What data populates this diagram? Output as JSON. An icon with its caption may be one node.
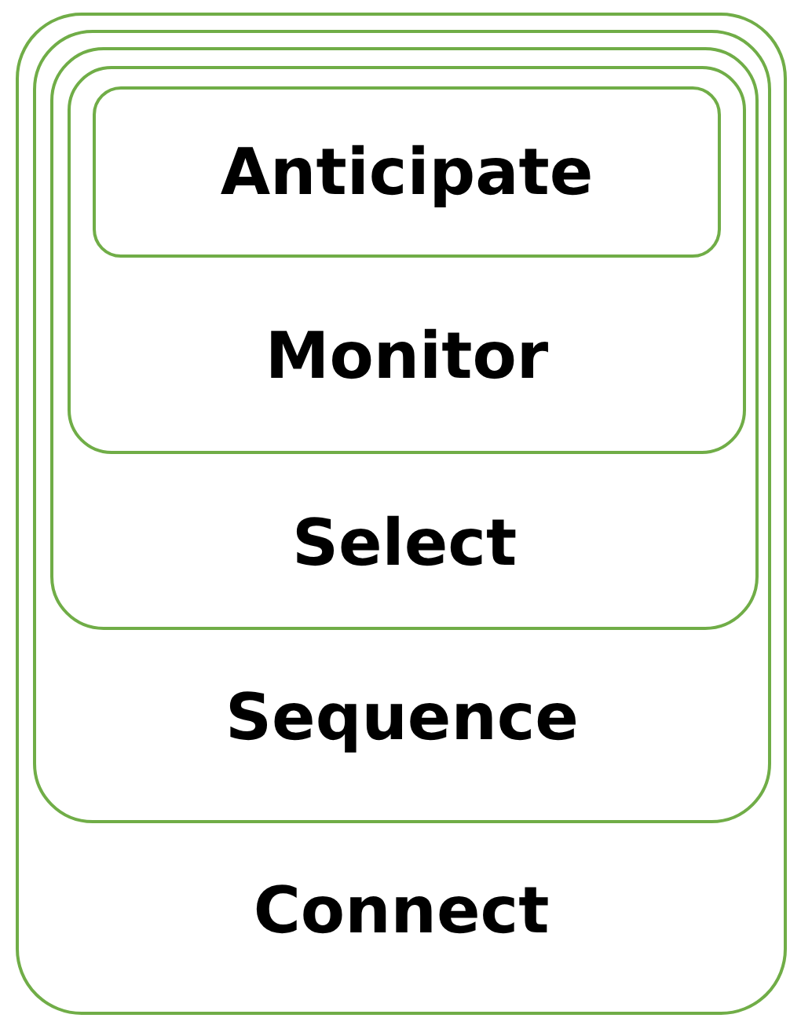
{
  "diagram": {
    "nodes": [
      {
        "text": [
          "Connect"
        ]
      },
      {
        "text": [
          "Sequence"
        ],
        "in": 0
      },
      {
        "text": [
          "Select"
        ],
        "in": 1
      },
      {
        "text": [
          "Monitor"
        ],
        "in": 2
      },
      {
        "text": [
          "Anticipate"
        ],
        "in": 3
      }
    ]
  }
}
